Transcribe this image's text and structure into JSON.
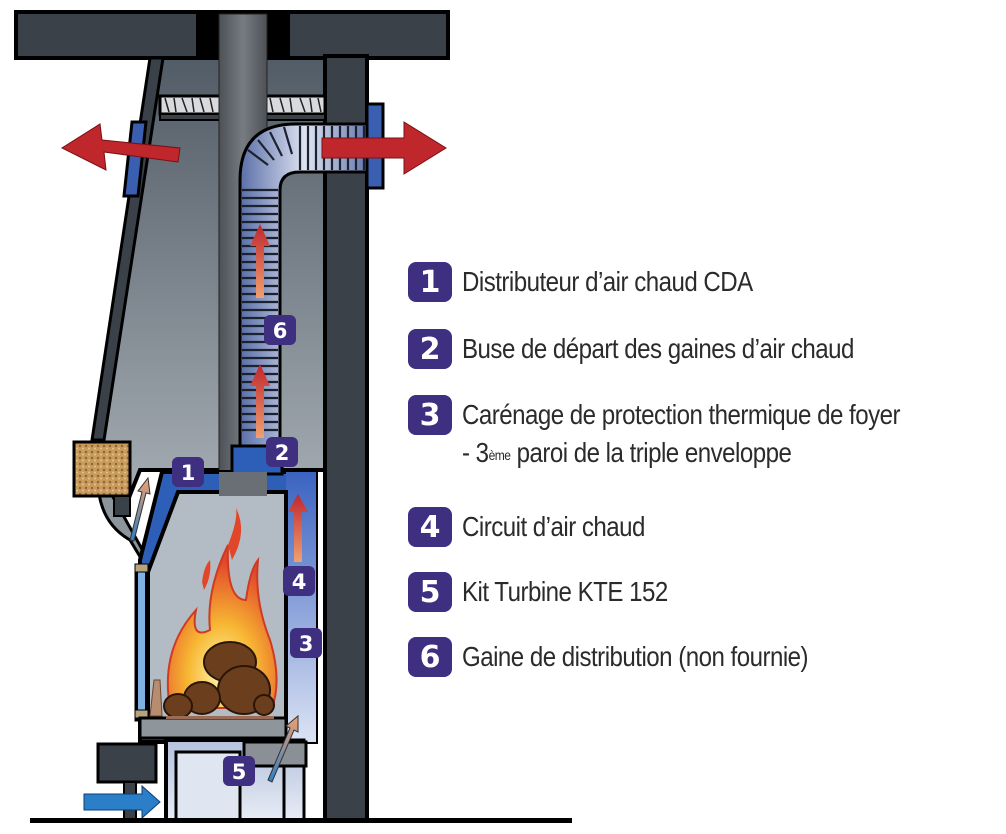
{
  "legend": {
    "items": [
      {
        "number": "1",
        "label": "Distributeur d’air chaud CDA"
      },
      {
        "number": "2",
        "label": "Buse de départ des gaines d’air chaud"
      },
      {
        "number": "3",
        "label": "Carénage de protection thermique de foyer",
        "sub_prefix": "- 3",
        "sub_sup": "ème",
        "sub_suffix": " paroi de la triple enveloppe"
      },
      {
        "number": "4",
        "label": "Circuit d’air chaud"
      },
      {
        "number": "5",
        "label": "Kit Turbine KTE 152"
      },
      {
        "number": "6",
        "label": "Gaine de distribution (non fournie)"
      }
    ]
  },
  "markers": {
    "m1": "1",
    "m2": "2",
    "m3": "3",
    "m4": "4",
    "m5": "5",
    "m6": "6"
  },
  "colors": {
    "badge": "#3e2f80",
    "wall": "#3a4148",
    "hood": "#5f6b76",
    "hot_air": "#c0272d",
    "cold_air": "#2a7fc8",
    "duct_blue": "#2e5fb8"
  }
}
